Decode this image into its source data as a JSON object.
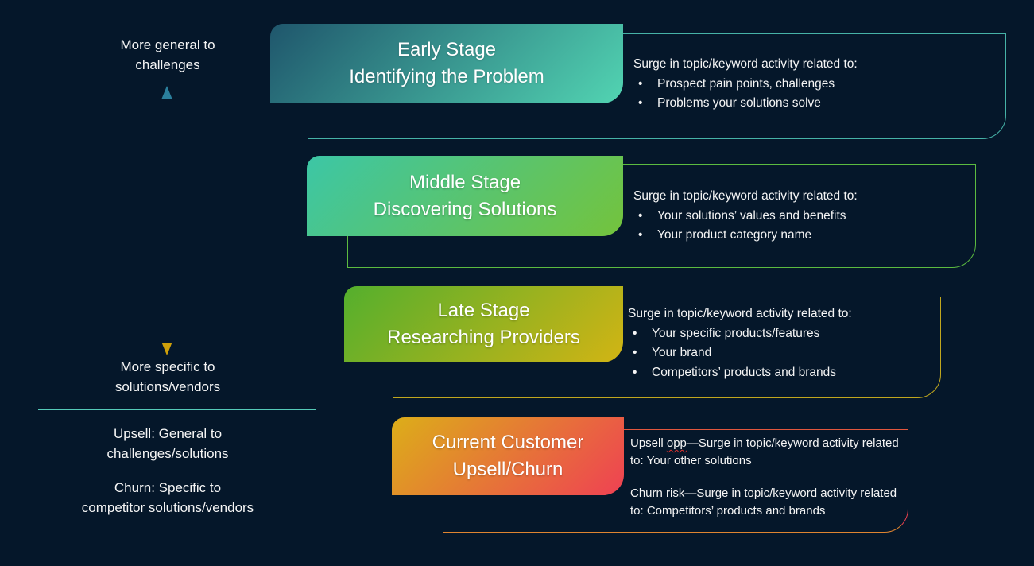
{
  "diagram": {
    "type": "buyer-journey-stages",
    "background_color": "#05172a",
    "text_color": "#ffffff"
  },
  "left_panel": {
    "top_label": "More general to\nchallenges",
    "bottom_label": "More specific to\nsolutions/vendors",
    "upsell_note": "Upsell: General to\nchallenges/solutions",
    "churn_note": "Churn: Specific to\ncompetitor solutions/vendors",
    "arrow": {
      "direction": "vertical-double-headed",
      "top_color": "#2b7f9c",
      "mid_color": "#64a551",
      "bottom_color": "#cfa00a"
    },
    "divider_color": "#56cab8"
  },
  "stages": [
    {
      "id": "early",
      "title_line1": "Early Stage",
      "title_line2": "Identifying the Problem",
      "intro": "Surge in topic/keyword activity related to:",
      "bullet_glyph": "•",
      "bullets": [
        "Prospect pain points, challenges",
        "Problems your solutions solve"
      ],
      "box_gradient": [
        "#1f566c",
        "#52d4b2"
      ],
      "outline_color": "#46b2a7"
    },
    {
      "id": "middle",
      "title_line1": "Middle Stage",
      "title_line2": "Discovering Solutions",
      "intro": "Surge in topic/keyword activity related to:",
      "bullet_glyph": "•",
      "bullets": [
        "Your solutions’ values and benefits",
        "Your product category name"
      ],
      "box_gradient": [
        "#3cc6a6",
        "#74c33c"
      ],
      "outline_color": "#5cbb40"
    },
    {
      "id": "late",
      "title_line1": "Late Stage",
      "title_line2": "Researching Providers",
      "intro": "Surge in topic/keyword activity related to:",
      "bullet_glyph": "•",
      "bullets": [
        "Your specific products/features",
        "Your brand",
        "Competitors’ products and brands"
      ],
      "box_gradient": [
        "#54af2d",
        "#d2b414"
      ],
      "outline_color": "#c0a71e"
    },
    {
      "id": "customer",
      "title_line1": "Current Customer",
      "title_line2": "Upsell/Churn",
      "upsell": {
        "pre": "Upsell ",
        "word": "opp",
        "post": "—Surge in topic/keyword activity related to: Your other solutions"
      },
      "churn": {
        "text": "Churn risk—Surge in topic/keyword activity related to: Competitors’ products and brands"
      },
      "box_gradient": [
        "#dcae19",
        "#ef4153"
      ],
      "outline_colors": {
        "top": "#e2573e",
        "right": "#e8414e",
        "bottom": "#df8430",
        "left": "#dfa02a"
      }
    }
  ]
}
